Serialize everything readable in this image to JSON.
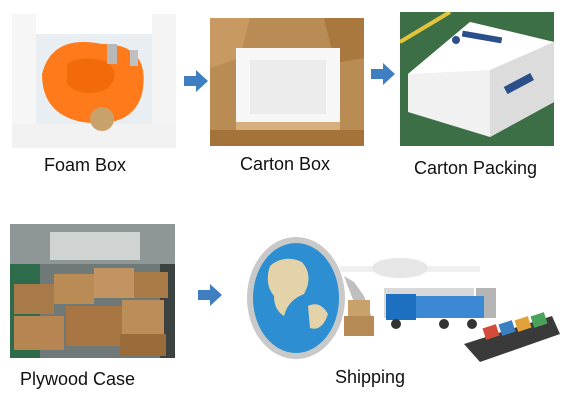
{
  "steps": [
    {
      "label": "Foam Box"
    },
    {
      "label": "Carton Box"
    },
    {
      "label": "Carton Packing"
    },
    {
      "label": "Plywood Case"
    },
    {
      "label": "Shipping"
    }
  ],
  "colors": {
    "arrow": "#3f7fc1"
  }
}
